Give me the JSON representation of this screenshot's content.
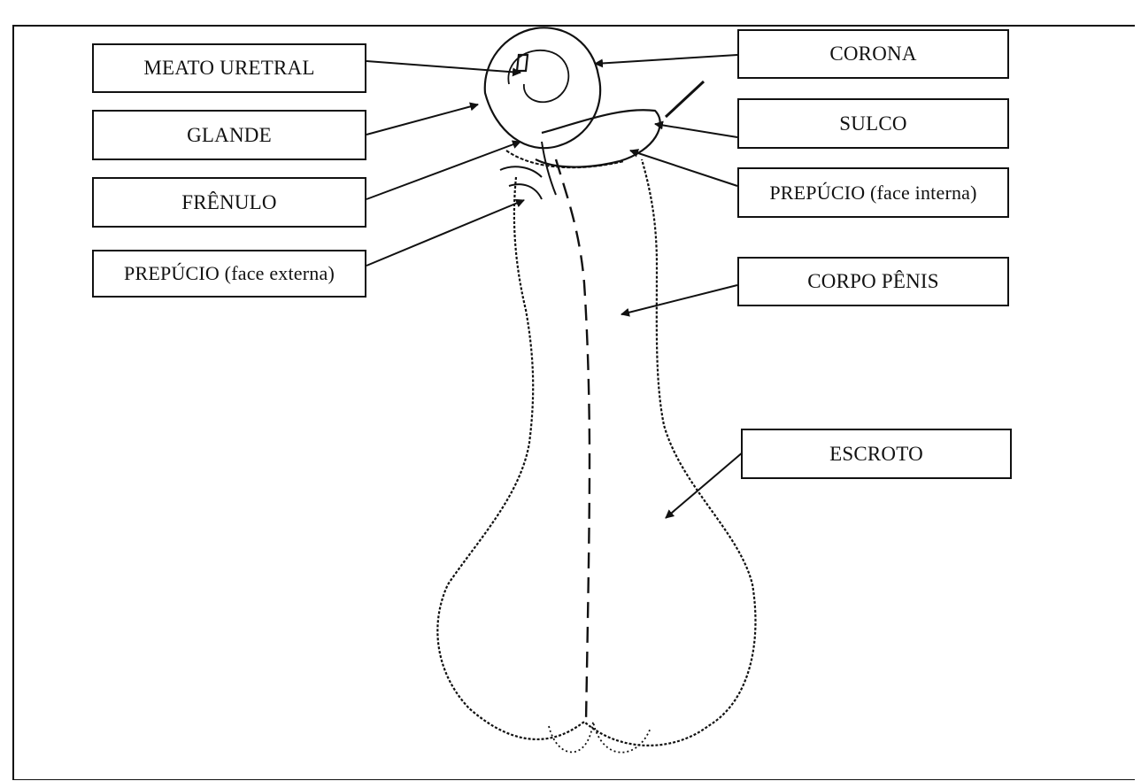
{
  "labels": {
    "meato_uretral": "MEATO URETRAL",
    "glande": "GLANDE",
    "frenulo": "FRÊNULO",
    "prepucio_externa": "PREPÚCIO (face externa)",
    "corona": "CORONA",
    "sulco": "SULCO",
    "prepucio_interna": "PREPÚCIO (face interna)",
    "corpo_penis": "CORPO PÊNIS",
    "escroto": "ESCROTO"
  },
  "colors": {
    "ink": "#111111",
    "paper": "#ffffff"
  }
}
